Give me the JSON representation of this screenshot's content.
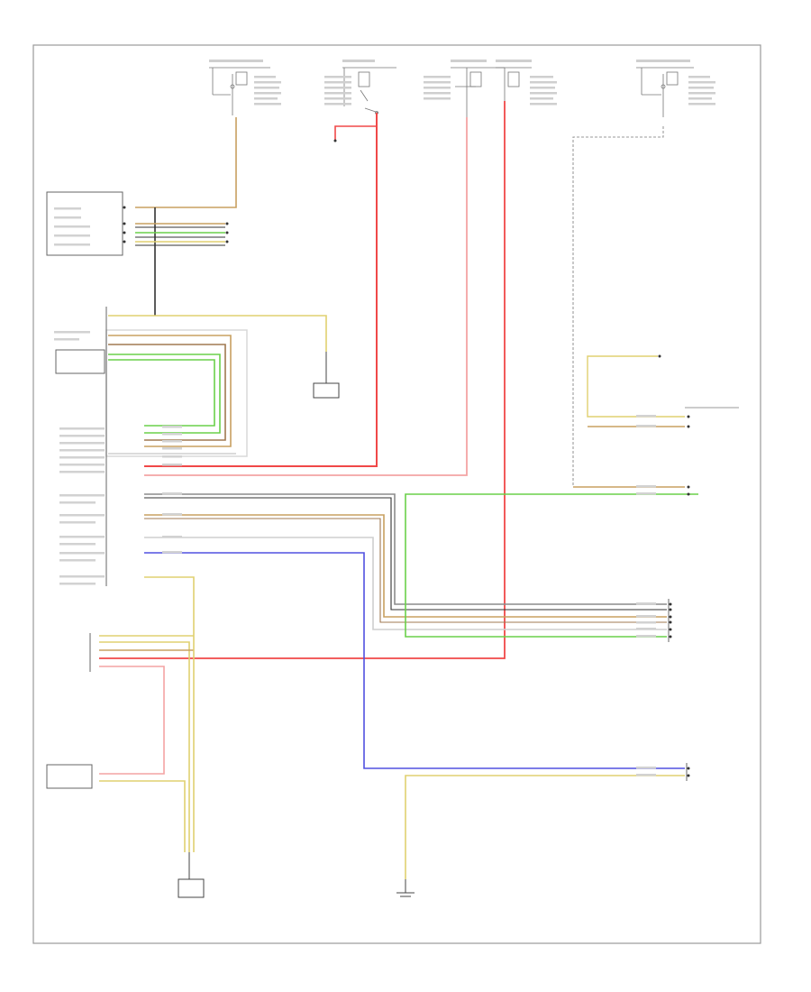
{
  "diagram": {
    "kind": "wiring-schematic",
    "footer_code": "",
    "colors": {
      "frame": "#9a9a9a",
      "text": "#555555",
      "component_box": "#666666",
      "ground": "#444444",
      "wire_black": "#333333",
      "wire_gray": "#8c8c8c",
      "wire_red": "#f04848",
      "wire_pink": "#f4a4a4",
      "wire_green": "#6ad04a",
      "wire_yellow": "#e0d070",
      "wire_tan": "#c8a060",
      "wire_brown": "#a07850",
      "wire_blue": "#5050e0",
      "wire_white": "#cfcfcf"
    },
    "components": [
      {
        "id": "hot-1",
        "label": "",
        "kind": "fuse-header"
      },
      {
        "id": "hot-2",
        "label": "",
        "kind": "fuse-header"
      },
      {
        "id": "hot-3",
        "label": "",
        "kind": "fuse-header"
      },
      {
        "id": "hot-4",
        "label": "",
        "kind": "fuse-header"
      },
      {
        "id": "hot-5",
        "label": "",
        "kind": "fuse-header"
      },
      {
        "id": "ignition-switch-module",
        "label": "",
        "kind": "module"
      },
      {
        "id": "rain-sensor",
        "label": "",
        "kind": "module"
      },
      {
        "id": "central-electronic-module",
        "label": "",
        "kind": "module"
      },
      {
        "id": "headlight-range-switch",
        "label": "",
        "kind": "switch"
      },
      {
        "id": "headlight-control-module",
        "label": "",
        "kind": "module"
      },
      {
        "id": "right-headlight-motor",
        "label": "",
        "kind": "connector"
      },
      {
        "id": "left-headlight-motor",
        "label": "",
        "kind": "connector"
      },
      {
        "id": "steering-column-module",
        "label": "",
        "kind": "connector"
      },
      {
        "id": "headlight-sensor-rear",
        "label": "",
        "kind": "connector"
      }
    ],
    "grounds": [
      {
        "id": "ground-g1",
        "label": ""
      },
      {
        "id": "ground-g2",
        "label": ""
      },
      {
        "id": "ground-g3",
        "label": ""
      }
    ],
    "wires": [
      {
        "id": "w-red-main",
        "color_code": ""
      },
      {
        "id": "w-pink-1",
        "color_code": ""
      },
      {
        "id": "w-red-2",
        "color_code": ""
      },
      {
        "id": "w-gray-trunk",
        "color_code": ""
      },
      {
        "id": "w-tan-trunk",
        "color_code": ""
      },
      {
        "id": "w-green-trunk",
        "color_code": ""
      },
      {
        "id": "w-blue",
        "color_code": ""
      },
      {
        "id": "w-yellow-1",
        "color_code": ""
      },
      {
        "id": "w-black-1",
        "color_code": ""
      }
    ]
  }
}
